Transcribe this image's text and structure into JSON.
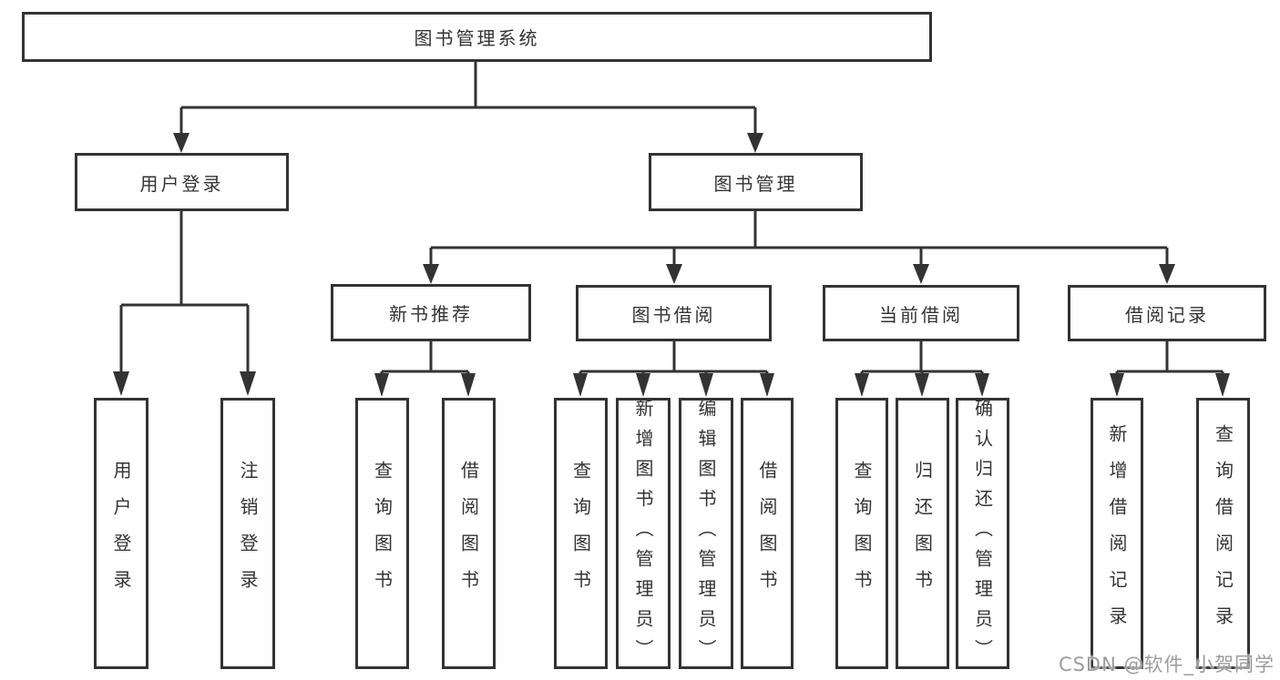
{
  "tree": {
    "label": "图书管理系统",
    "children": [
      {
        "label": "用户登录",
        "children": [
          {
            "label": "用户登录"
          },
          {
            "label": "注销登录"
          }
        ]
      },
      {
        "label": "图书管理",
        "children": [
          {
            "label": "新书推荐",
            "children": [
              {
                "label": "查询图书"
              },
              {
                "label": "借阅图书"
              }
            ]
          },
          {
            "label": "图书借阅",
            "children": [
              {
                "label": "查询图书"
              },
              {
                "label": "新增图书（管理员）"
              },
              {
                "label": "编辑图书（管理员）"
              },
              {
                "label": "借阅图书"
              }
            ]
          },
          {
            "label": "当前借阅",
            "children": [
              {
                "label": "查询图书"
              },
              {
                "label": "归还图书"
              },
              {
                "label": "确认归还（管理员）"
              }
            ]
          },
          {
            "label": "借阅记录",
            "children": [
              {
                "label": "新增借阅记录"
              },
              {
                "label": "查询借阅记录"
              }
            ]
          }
        ]
      }
    ]
  },
  "watermark": {
    "text": "CSDN @软件_小贺同学"
  },
  "colors": {
    "line": "#333333",
    "box_border": "#333333",
    "box_fill": "#ffffff",
    "text": "#333333",
    "watermark_text": "#9c9c9c",
    "background": "#ffffff"
  }
}
